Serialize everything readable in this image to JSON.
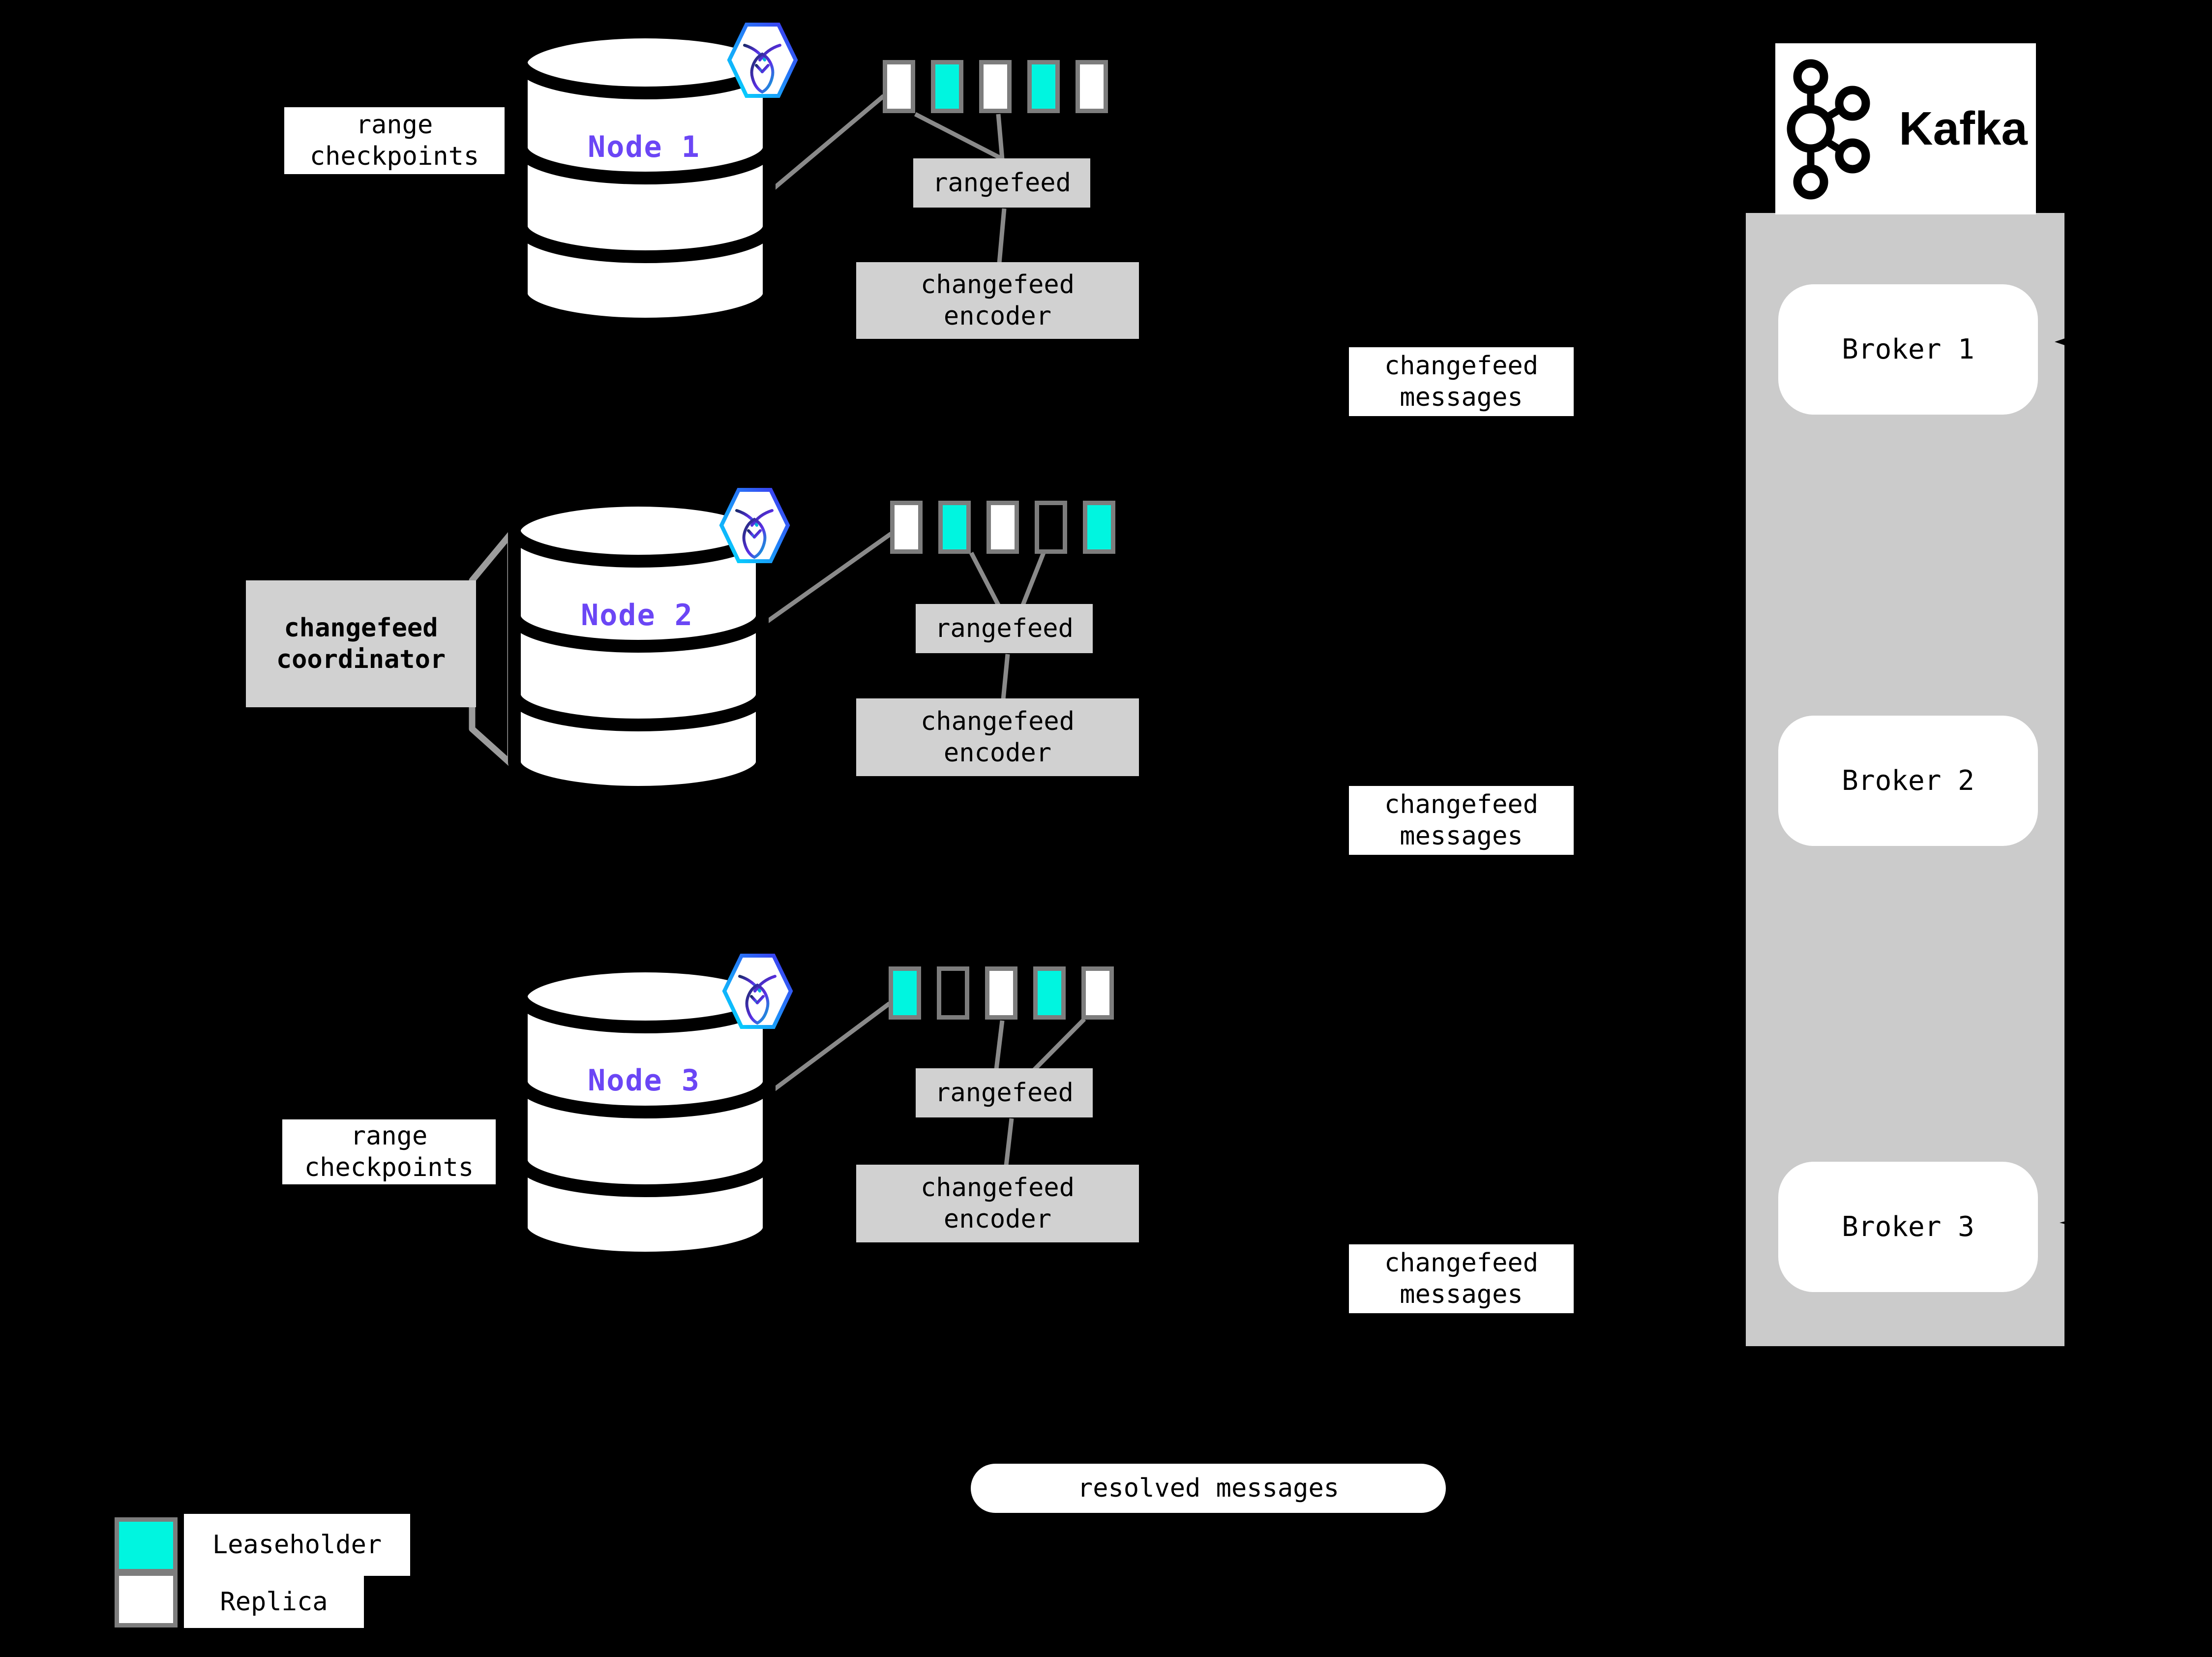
{
  "palette": {
    "leaseholder": "#00F5E0",
    "replica": "#FFFFFF",
    "empty": "#000000",
    "box_gray": "#D1D1D1",
    "container_gray": "#CBCBCB",
    "square_border": "#7D7D7D",
    "line_gray": "#8A8A8A",
    "node_label_purple": "#6B46F5"
  },
  "nodes": [
    {
      "label": "Node 1",
      "ranges": [
        {
          "type": "replica",
          "color": "#FFFFFF"
        },
        {
          "type": "leaseholder",
          "color": "#00F5E0"
        },
        {
          "type": "replica",
          "color": "#FFFFFF"
        },
        {
          "type": "leaseholder",
          "color": "#00F5E0"
        },
        {
          "type": "replica",
          "color": "#FFFFFF"
        }
      ],
      "rangefeed_label": "rangefeed",
      "encoder": {
        "line1": "changefeed",
        "line2": "encoder"
      }
    },
    {
      "label": "Node 2",
      "ranges": [
        {
          "type": "replica",
          "color": "#FFFFFF"
        },
        {
          "type": "leaseholder",
          "color": "#00F5E0"
        },
        {
          "type": "replica",
          "color": "#FFFFFF"
        },
        {
          "type": "empty",
          "color": "#000000"
        },
        {
          "type": "leaseholder",
          "color": "#00F5E0"
        }
      ],
      "rangefeed_label": "rangefeed",
      "encoder": {
        "line1": "changefeed",
        "line2": "encoder"
      }
    },
    {
      "label": "Node 3",
      "ranges": [
        {
          "type": "leaseholder",
          "color": "#00F5E0"
        },
        {
          "type": "empty",
          "color": "#000000"
        },
        {
          "type": "replica",
          "color": "#FFFFFF"
        },
        {
          "type": "leaseholder",
          "color": "#00F5E0"
        },
        {
          "type": "replica",
          "color": "#FFFFFF"
        }
      ],
      "rangefeed_label": "rangefeed",
      "encoder": {
        "line1": "changefeed",
        "line2": "encoder"
      }
    }
  ],
  "range_checkpoints": {
    "line1": "range",
    "line2": "checkpoints"
  },
  "coordinator": {
    "line1": "changefeed",
    "line2": "coordinator"
  },
  "messages": {
    "line1": "changefeed",
    "line2": "messages"
  },
  "kafka": {
    "logo_text": "Kafka",
    "brokers": [
      {
        "label": "Broker 1"
      },
      {
        "label": "Broker 2"
      },
      {
        "label": "Broker 3"
      }
    ]
  },
  "resolved": {
    "label": "resolved messages"
  },
  "legend": {
    "items": [
      {
        "label": "Leaseholder",
        "color": "#00F5E0"
      },
      {
        "label": "Replica",
        "color": "#FFFFFF"
      }
    ]
  }
}
